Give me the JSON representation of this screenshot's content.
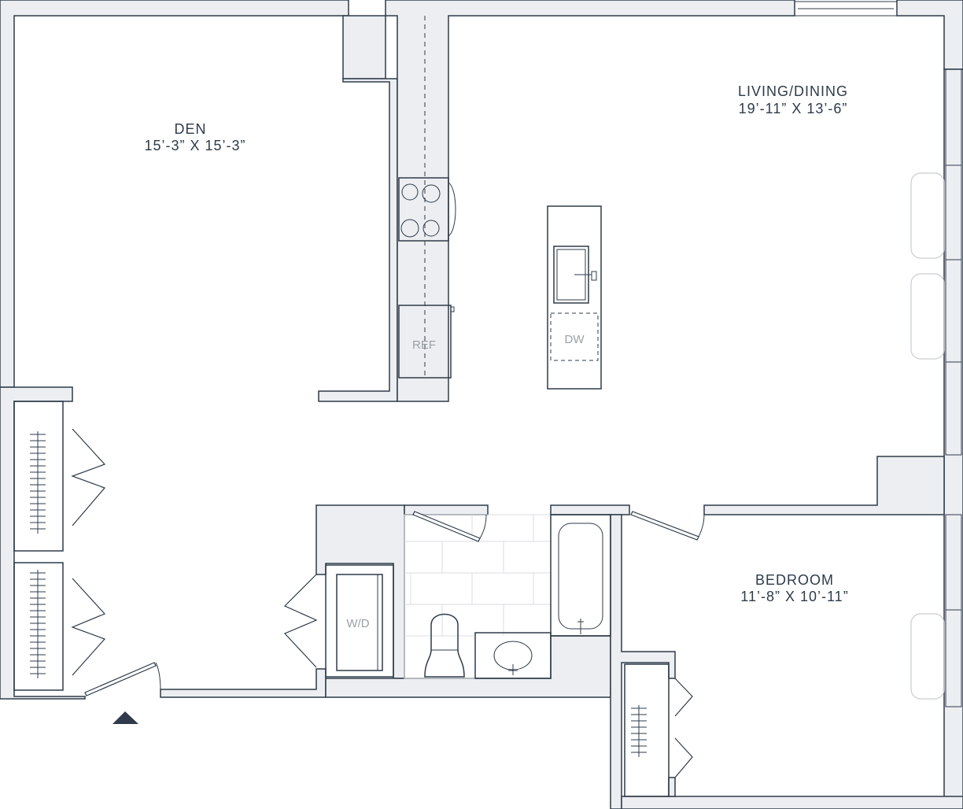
{
  "rooms": {
    "den": {
      "name": "DEN",
      "dimensions": "15’-3” X 15’-3”"
    },
    "living_dining": {
      "name": "LIVING/DINING",
      "dimensions": "19’-11” X 13’-6”"
    },
    "bedroom": {
      "name": "BEDROOM",
      "dimensions": "11’-8” X 10’-11”"
    }
  },
  "fixtures": {
    "refrigerator": "REF",
    "dishwasher": "DW",
    "washer_dryer": "W/D"
  },
  "colors": {
    "wall_fill": "#eceef1",
    "outline": "#2f3b4a",
    "label": "#2f3b4a",
    "fixture_label": "#9aa0a6",
    "entry_marker": "#2f3b4a"
  },
  "icons": {
    "entry": "entry-arrow-icon"
  }
}
